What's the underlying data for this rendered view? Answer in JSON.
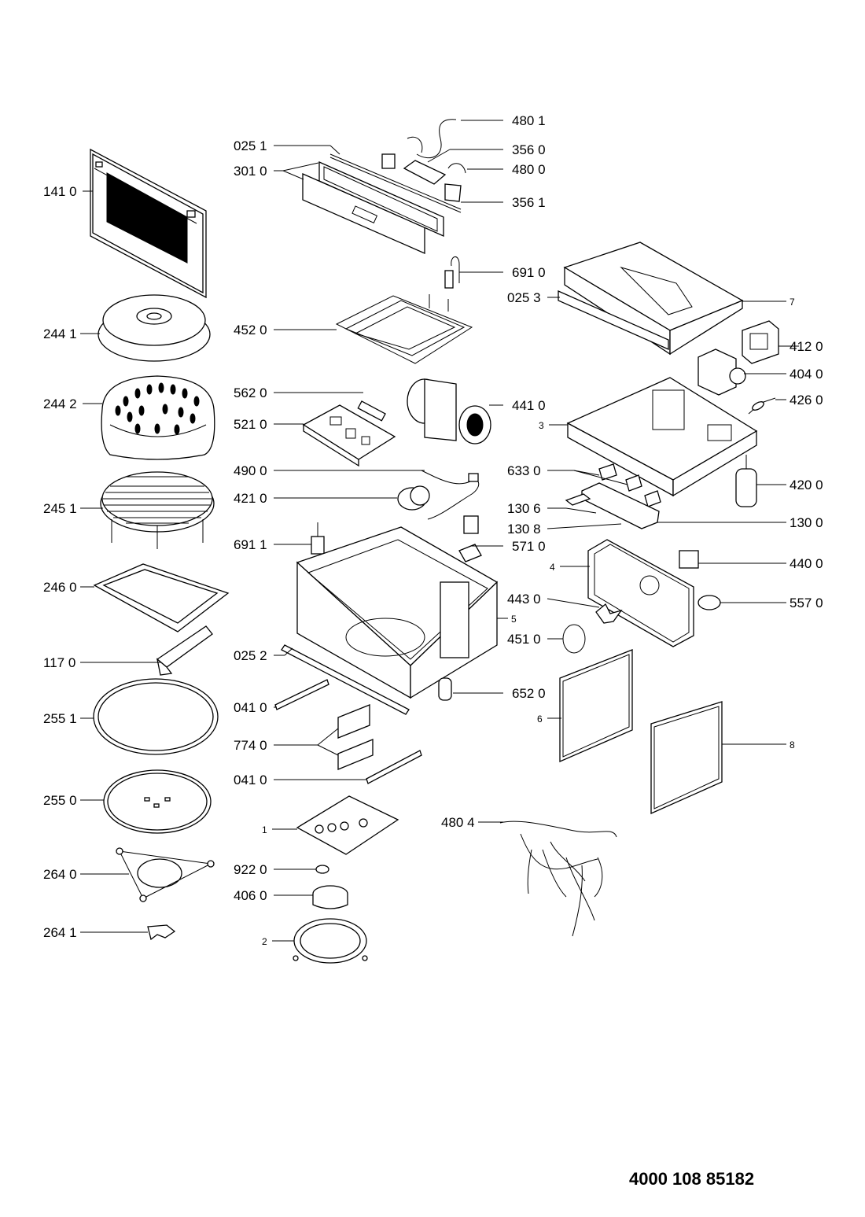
{
  "labels": {
    "p1410": "141 0",
    "p2441": "244 1",
    "p2442": "244 2",
    "p2451": "245 1",
    "p2460": "246 0",
    "p1170": "117 0",
    "p2551": "255 1",
    "p2550": "255 0",
    "p2640": "264 0",
    "p2641": "264 1",
    "p0251": "025 1",
    "p3010": "301 0",
    "p4520": "452 0",
    "p5620": "562 0",
    "p5210": "521 0",
    "p4900": "490 0",
    "p4210": "421 0",
    "p6911": "691 1",
    "p0252": "025 2",
    "p0410a": "041 0",
    "p7740": "774 0",
    "p0410b": "041 0",
    "p1": "1",
    "p9220": "922 0",
    "p4060": "406 0",
    "p2": "2",
    "p4801": "480 1",
    "p3560": "356 0",
    "p4800": "480 0",
    "p3561": "356 1",
    "p6910": "691 0",
    "p0253": "025 3",
    "p7": "7",
    "p4120": "412 0",
    "p4040": "404 0",
    "p4410": "441 0",
    "p4260": "426 0",
    "p3": "3",
    "p6330": "633 0",
    "p4200": "420 0",
    "p1306": "130 6",
    "p1308": "130 8",
    "p1300": "130 0",
    "p5710": "571 0",
    "p4": "4",
    "p4400": "440 0",
    "p4430": "443 0",
    "p5": "5",
    "p5570": "557 0",
    "p4510": "451 0",
    "p6520": "652 0",
    "p6": "6",
    "p8": "8",
    "p4804": "480 4"
  },
  "document_number": "4000 108 85182"
}
